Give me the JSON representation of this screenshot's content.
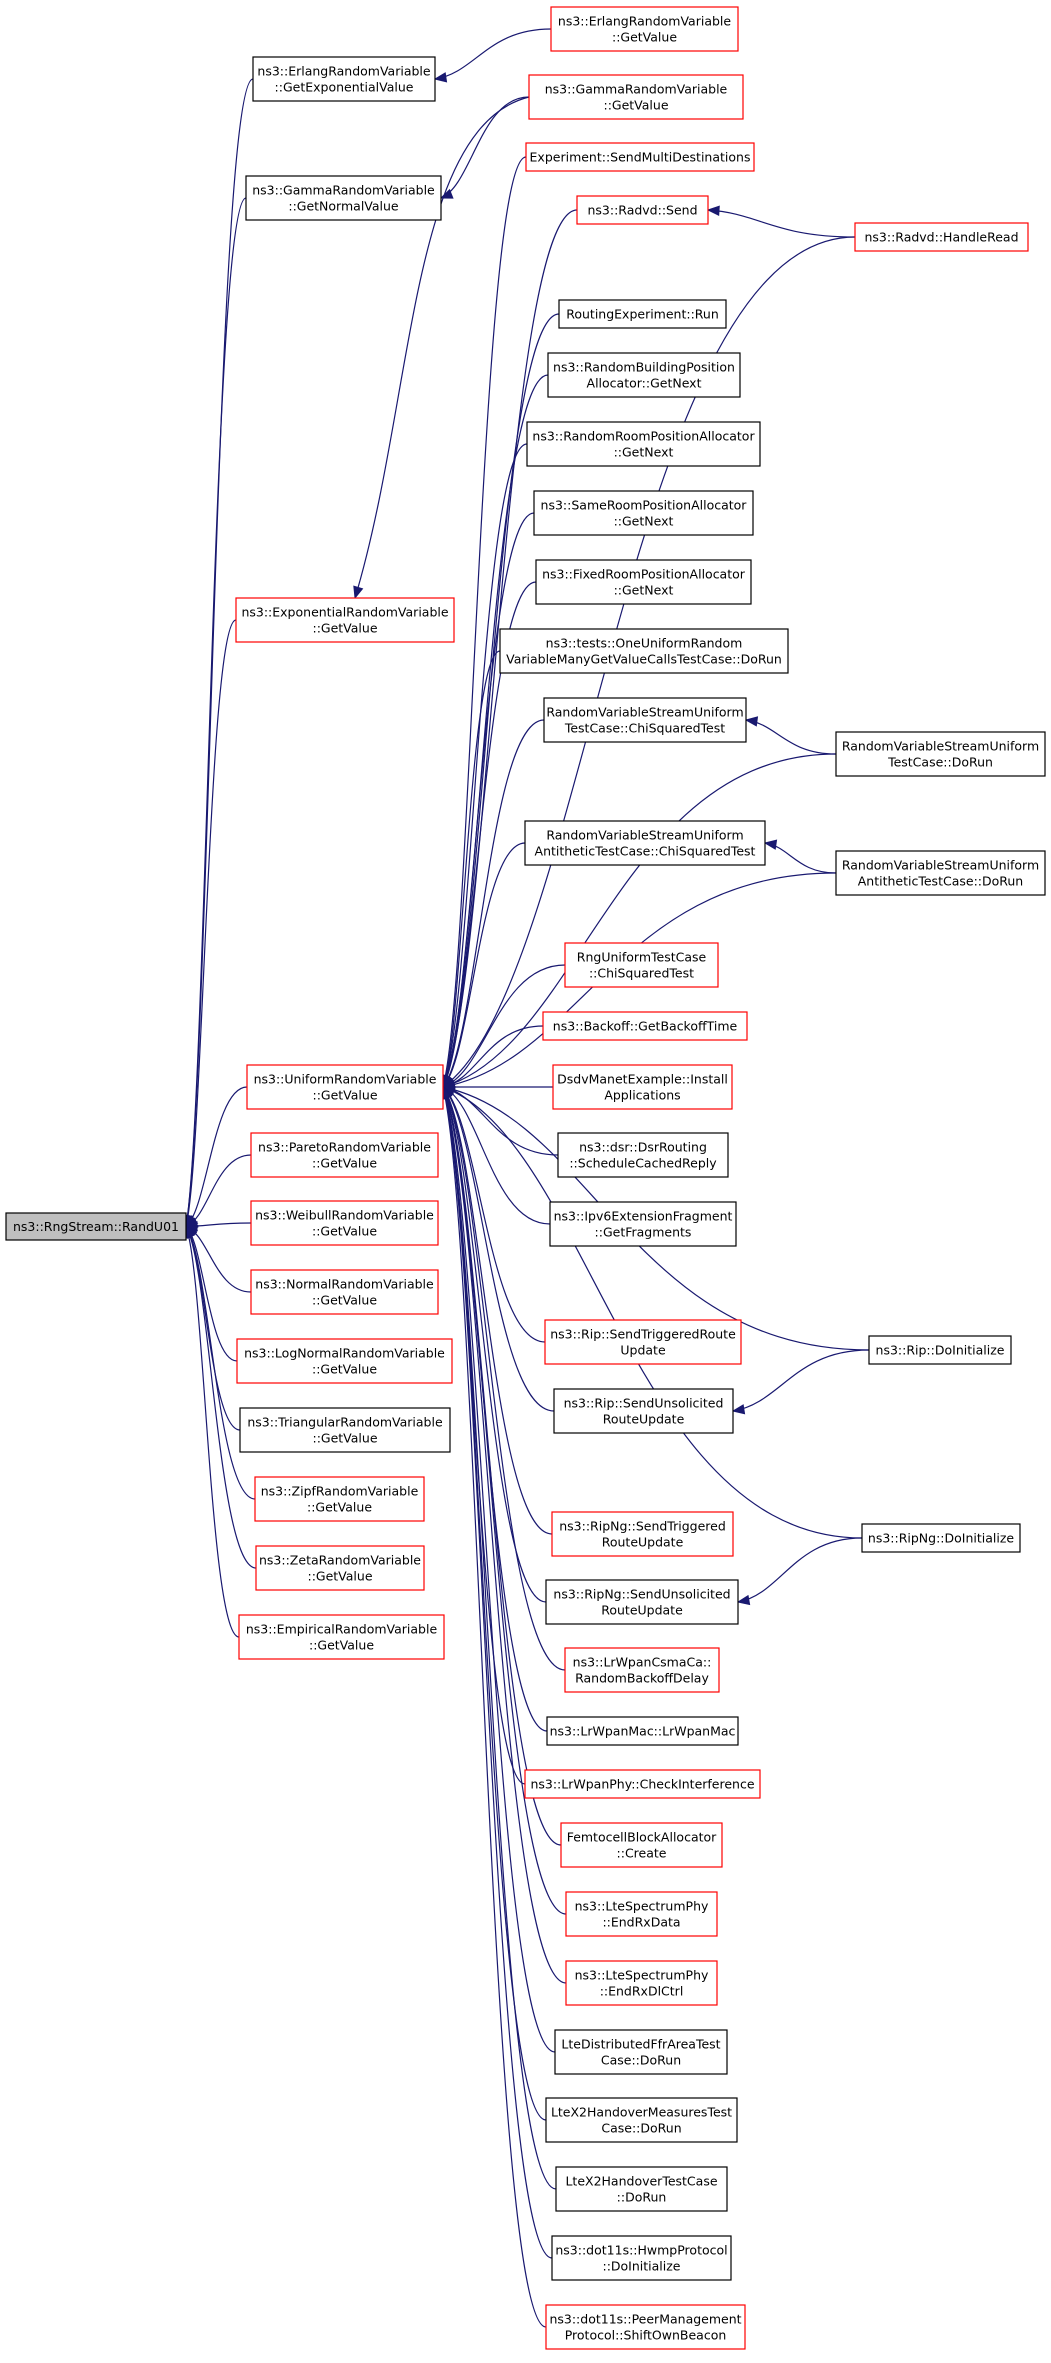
{
  "colors": {
    "edge": "#191970",
    "node_border_normal": "#000000",
    "node_border_truncated": "#ff0000",
    "node_fill": "#ffffff",
    "root_fill": "#bfbfbf"
  },
  "nodes": [
    {
      "id": "root",
      "lines": [
        "ns3::RngStream::RandU01"
      ],
      "style": "root"
    },
    {
      "id": "erlang",
      "lines": [
        "ns3::ErlangRandomVariable",
        "::GetExponentialValue"
      ],
      "style": "normal"
    },
    {
      "id": "gamma",
      "lines": [
        "ns3::GammaRandomVariable",
        "::GetNormalValue"
      ],
      "style": "normal"
    },
    {
      "id": "expo",
      "lines": [
        "ns3::ExponentialRandomVariable",
        "::GetValue"
      ],
      "style": "truncated"
    },
    {
      "id": "uniform",
      "lines": [
        "ns3::UniformRandomVariable",
        "::GetValue"
      ],
      "style": "truncated"
    },
    {
      "id": "pareto",
      "lines": [
        "ns3::ParetoRandomVariable",
        "::GetValue"
      ],
      "style": "truncated"
    },
    {
      "id": "weibull",
      "lines": [
        "ns3::WeibullRandomVariable",
        "::GetValue"
      ],
      "style": "truncated"
    },
    {
      "id": "normal",
      "lines": [
        "ns3::NormalRandomVariable",
        "::GetValue"
      ],
      "style": "truncated"
    },
    {
      "id": "lognormal",
      "lines": [
        "ns3::LogNormalRandomVariable",
        "::GetValue"
      ],
      "style": "truncated"
    },
    {
      "id": "triangular",
      "lines": [
        "ns3::TriangularRandomVariable",
        "::GetValue"
      ],
      "style": "normal"
    },
    {
      "id": "zipf",
      "lines": [
        "ns3::ZipfRandomVariable",
        "::GetValue"
      ],
      "style": "truncated"
    },
    {
      "id": "zeta",
      "lines": [
        "ns3::ZetaRandomVariable",
        "::GetValue"
      ],
      "style": "truncated"
    },
    {
      "id": "empirical",
      "lines": [
        "ns3::EmpiricalRandomVariable",
        "::GetValue"
      ],
      "style": "truncated"
    },
    {
      "id": "erlang_gv",
      "lines": [
        "ns3::ErlangRandomVariable",
        "::GetValue"
      ],
      "style": "truncated"
    },
    {
      "id": "gamma_gv",
      "lines": [
        "ns3::GammaRandomVariable",
        "::GetValue"
      ],
      "style": "truncated"
    },
    {
      "id": "exp_send",
      "lines": [
        "Experiment::SendMultiDestinations"
      ],
      "style": "truncated"
    },
    {
      "id": "radvd_send",
      "lines": [
        "ns3::Radvd::Send"
      ],
      "style": "truncated"
    },
    {
      "id": "radvd_hr",
      "lines": [
        "ns3::Radvd::HandleRead"
      ],
      "style": "truncated"
    },
    {
      "id": "routing_run",
      "lines": [
        "RoutingExperiment::Run"
      ],
      "style": "normal"
    },
    {
      "id": "rbpa",
      "lines": [
        "ns3::RandomBuildingPosition",
        "Allocator::GetNext"
      ],
      "style": "normal"
    },
    {
      "id": "rrpa",
      "lines": [
        "ns3::RandomRoomPositionAllocator",
        "::GetNext"
      ],
      "style": "normal"
    },
    {
      "id": "srpa",
      "lines": [
        "ns3::SameRoomPositionAllocator",
        "::GetNext"
      ],
      "style": "normal"
    },
    {
      "id": "frpa",
      "lines": [
        "ns3::FixedRoomPositionAllocator",
        "::GetNext"
      ],
      "style": "normal"
    },
    {
      "id": "onetest",
      "lines": [
        "ns3::tests::OneUniformRandom",
        "VariableManyGetValueCallsTestCase::DoRun"
      ],
      "style": "normal"
    },
    {
      "id": "rvsu_chi",
      "lines": [
        "RandomVariableStreamUniform",
        "TestCase::ChiSquaredTest"
      ],
      "style": "normal"
    },
    {
      "id": "rvsu_run",
      "lines": [
        "RandomVariableStreamUniform",
        "TestCase::DoRun"
      ],
      "style": "normal"
    },
    {
      "id": "rvsua_chi",
      "lines": [
        "RandomVariableStreamUniform",
        "AntitheticTestCase::ChiSquaredTest"
      ],
      "style": "normal"
    },
    {
      "id": "rvsua_run",
      "lines": [
        "RandomVariableStreamUniform",
        "AntitheticTestCase::DoRun"
      ],
      "style": "normal"
    },
    {
      "id": "rngu",
      "lines": [
        "RngUniformTestCase",
        "::ChiSquaredTest"
      ],
      "style": "truncated"
    },
    {
      "id": "backoff",
      "lines": [
        "ns3::Backoff::GetBackoffTime"
      ],
      "style": "truncated"
    },
    {
      "id": "dsdv",
      "lines": [
        "DsdvManetExample::Install",
        "Applications"
      ],
      "style": "truncated"
    },
    {
      "id": "dsr",
      "lines": [
        "ns3::dsr::DsrRouting",
        "::ScheduleCachedReply"
      ],
      "style": "normal"
    },
    {
      "id": "ipv6",
      "lines": [
        "ns3::Ipv6ExtensionFragment",
        "::GetFragments"
      ],
      "style": "normal"
    },
    {
      "id": "rip_trig",
      "lines": [
        "ns3::Rip::SendTriggeredRoute",
        "Update"
      ],
      "style": "truncated"
    },
    {
      "id": "rip_init",
      "lines": [
        "ns3::Rip::DoInitialize"
      ],
      "style": "normal"
    },
    {
      "id": "rip_unsol",
      "lines": [
        "ns3::Rip::SendUnsolicited",
        "RouteUpdate"
      ],
      "style": "normal"
    },
    {
      "id": "ripng_init",
      "lines": [
        "ns3::RipNg::DoInitialize"
      ],
      "style": "normal"
    },
    {
      "id": "ripng_trig",
      "lines": [
        "ns3::RipNg::SendTriggered",
        "RouteUpdate"
      ],
      "style": "truncated"
    },
    {
      "id": "ripng_unsol",
      "lines": [
        "ns3::RipNg::SendUnsolicited",
        "RouteUpdate"
      ],
      "style": "normal"
    },
    {
      "id": "csma",
      "lines": [
        "ns3::LrWpanCsmaCa::",
        "RandomBackoffDelay"
      ],
      "style": "truncated"
    },
    {
      "id": "lrmac",
      "lines": [
        "ns3::LrWpanMac::LrWpanMac"
      ],
      "style": "normal"
    },
    {
      "id": "lrphy",
      "lines": [
        "ns3::LrWpanPhy::CheckInterference"
      ],
      "style": "truncated"
    },
    {
      "id": "femto",
      "lines": [
        "FemtocellBlockAllocator",
        "::Create"
      ],
      "style": "truncated"
    },
    {
      "id": "lte_rx",
      "lines": [
        "ns3::LteSpectrumPhy",
        "::EndRxData"
      ],
      "style": "truncated"
    },
    {
      "id": "lte_dl",
      "lines": [
        "ns3::LteSpectrumPhy",
        "::EndRxDlCtrl"
      ],
      "style": "truncated"
    },
    {
      "id": "lte_ffr",
      "lines": [
        "LteDistributedFfrAreaTest",
        "Case::DoRun"
      ],
      "style": "normal"
    },
    {
      "id": "x2meas",
      "lines": [
        "LteX2HandoverMeasuresTest",
        "Case::DoRun"
      ],
      "style": "normal"
    },
    {
      "id": "x2ho",
      "lines": [
        "LteX2HandoverTestCase",
        "::DoRun"
      ],
      "style": "normal"
    },
    {
      "id": "hwmp",
      "lines": [
        "ns3::dot11s::HwmpProtocol",
        "::DoInitialize"
      ],
      "style": "normal"
    },
    {
      "id": "peer",
      "lines": [
        "ns3::dot11s::PeerManagement",
        "Protocol::ShiftOwnBeacon"
      ],
      "style": "truncated"
    }
  ]
}
